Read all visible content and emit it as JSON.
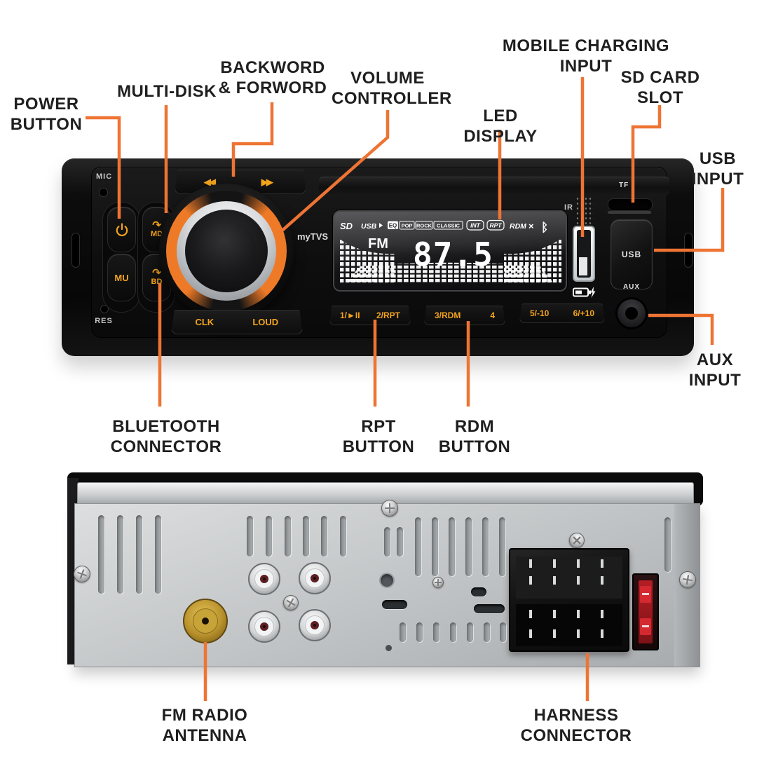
{
  "colors": {
    "accent": "#EE7434",
    "amber": "#F3A41C"
  },
  "callouts": {
    "power": {
      "l1": "POWER",
      "l2": "BUTTON"
    },
    "multi_disk": {
      "l1": "MULTI-DISK"
    },
    "backword": {
      "l1": "BACKWORD",
      "l2": "& FORWORD"
    },
    "volume": {
      "l1": "VOLUME",
      "l2": "CONTROLLER"
    },
    "led": {
      "l1": "LED DISPLAY"
    },
    "mobile": {
      "l1": "MOBILE CHARGING",
      "l2": "INPUT"
    },
    "sd_card": {
      "l1": "SD CARD",
      "l2": "SLOT"
    },
    "usb": {
      "l1": "USB",
      "l2": "INPUT"
    },
    "aux": {
      "l1": "AUX",
      "l2": "INPUT"
    },
    "bluetooth": {
      "l1": "BLUETOOTH",
      "l2": "CONNECTOR"
    },
    "rpt": {
      "l1": "RPT",
      "l2": "BUTTON"
    },
    "rdm": {
      "l1": "RDM",
      "l2": "BUTTON"
    },
    "fm_antenna": {
      "l1": "FM RADIO",
      "l2": "ANTENNA"
    },
    "harness": {
      "l1": "HARNESS",
      "l2": "CONNECTOR"
    }
  },
  "front": {
    "brand": "myTVS",
    "mic": "MIC",
    "res": "RES",
    "mu": "MU",
    "md": "MD",
    "bd": "BD",
    "clk": "CLK",
    "loud": "LOUD",
    "tf": "TF",
    "ir": "IR",
    "usb_cover": "USB",
    "aux": "AUX",
    "icons": {
      "prev": "◀◀",
      "next": "▶▶",
      "arc": "↷",
      "shuffle": "×",
      "bluetooth": "ᛒ"
    },
    "keys": {
      "k1": "1/►II",
      "k2": "2/RPT",
      "k3": "3/RDM",
      "k4": "4",
      "k5": "5/-10",
      "k6": "6/+10"
    },
    "display": {
      "band": "FM",
      "freq": "87.5",
      "sd": "SD",
      "usb": "USB",
      "eq": "EQ",
      "pop": "POP",
      "rock": "ROCK",
      "classic": "CLASSIC",
      "int": "INT",
      "rpt": "RPT",
      "rdm": "RDM"
    }
  }
}
